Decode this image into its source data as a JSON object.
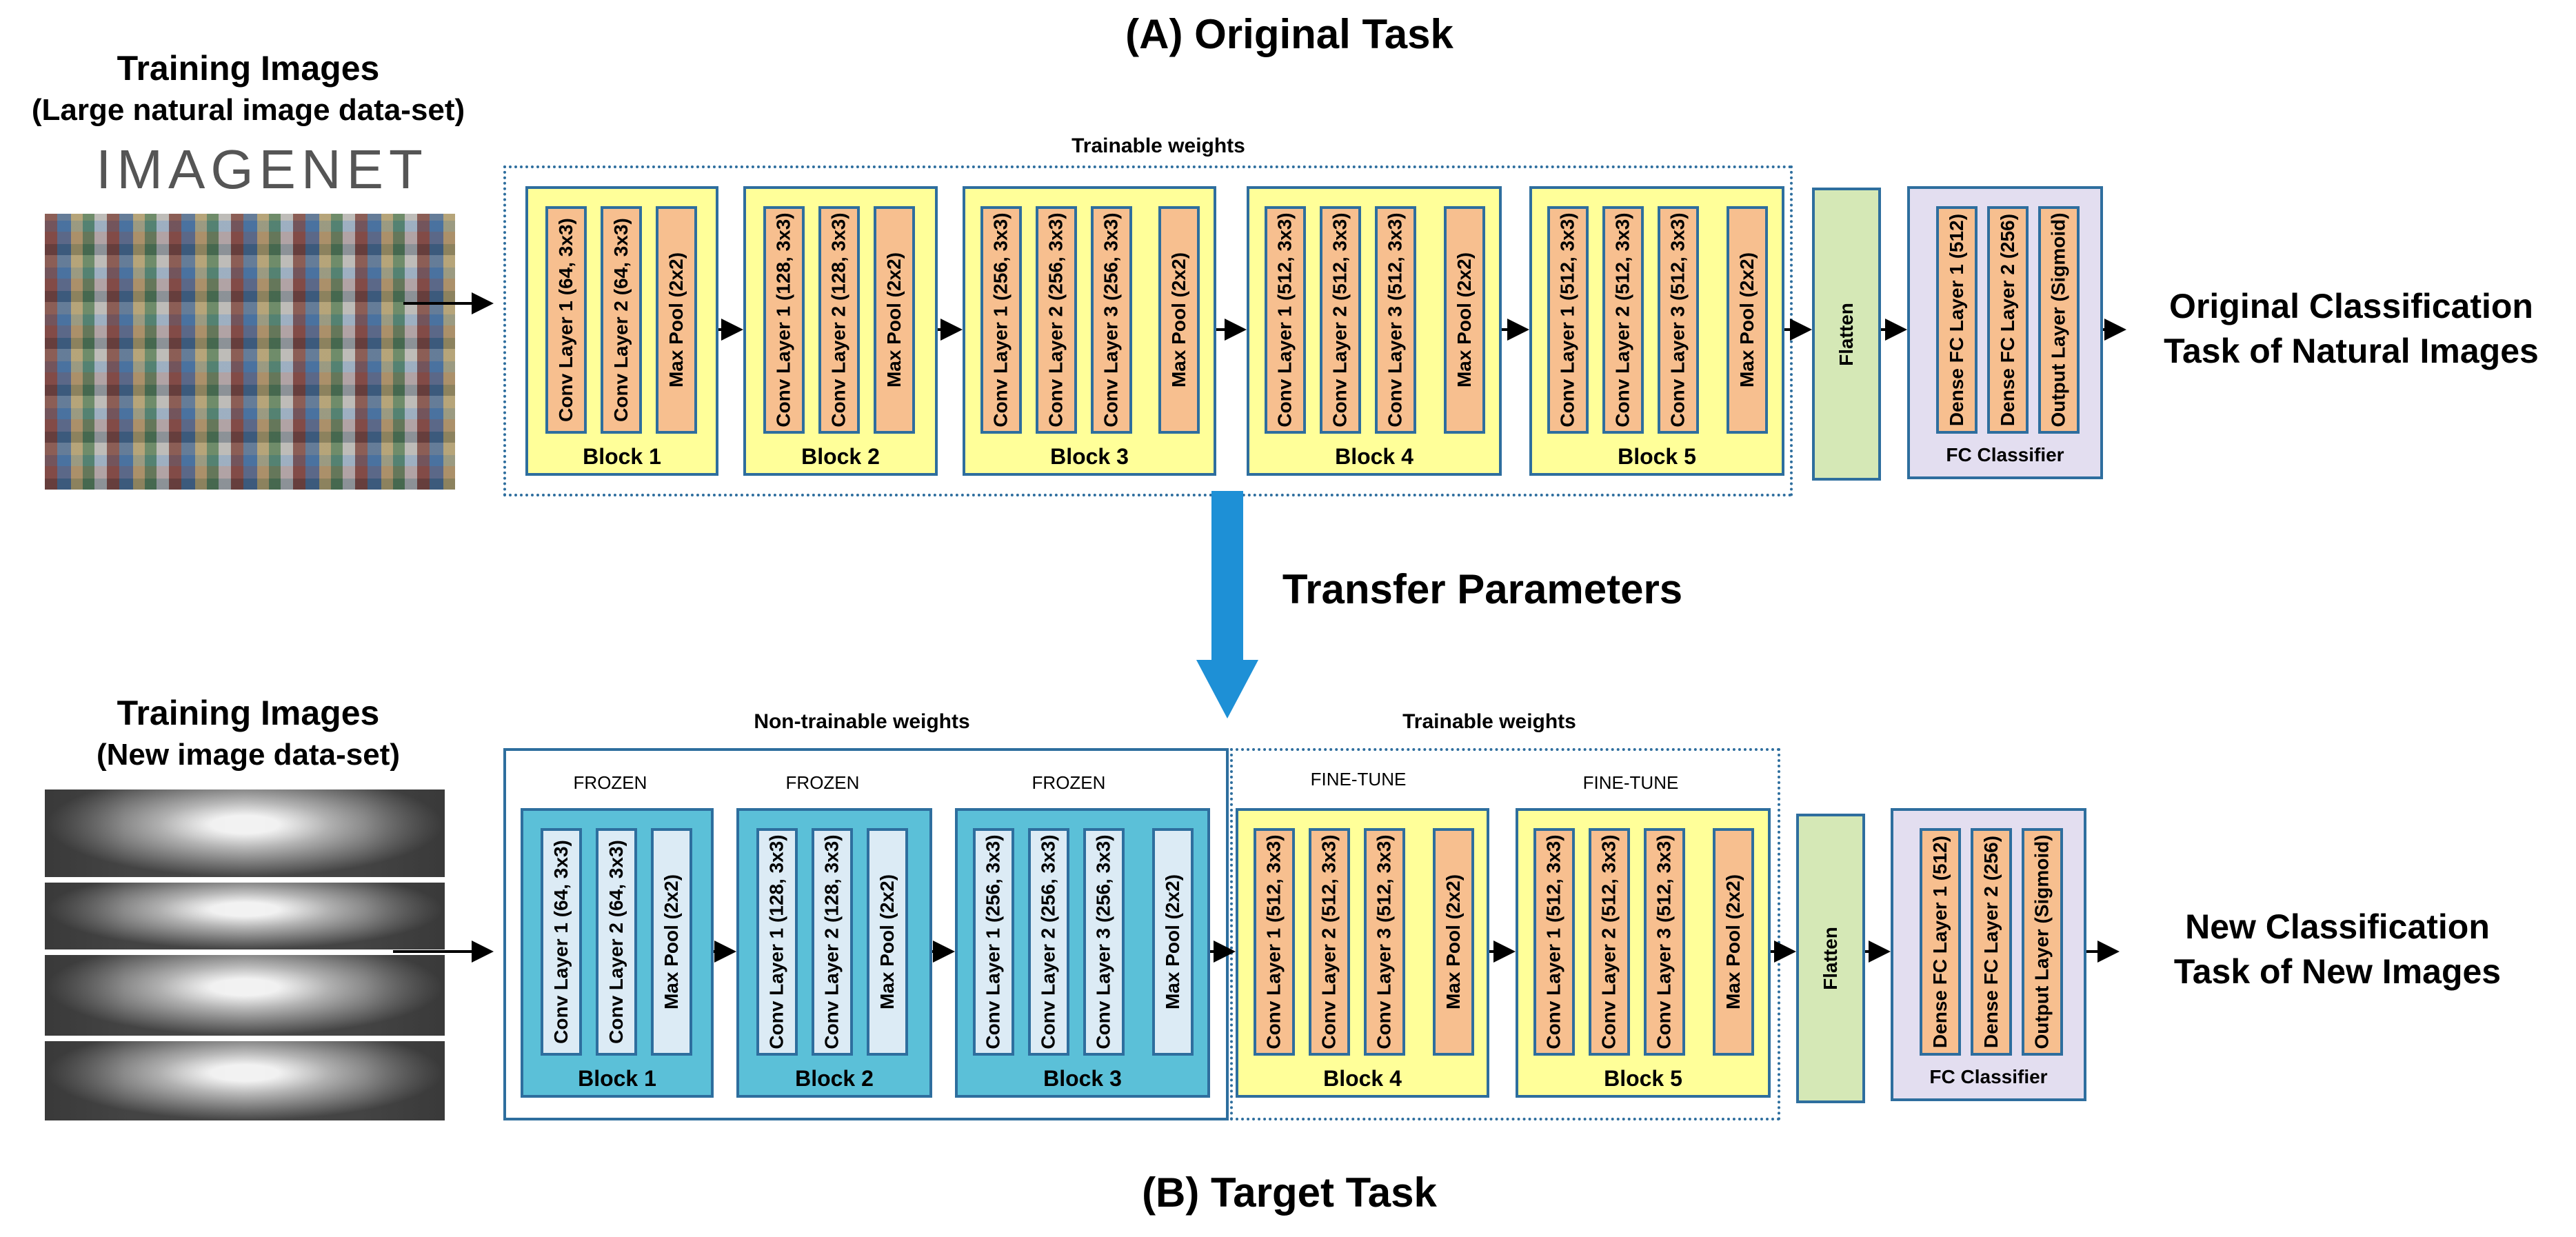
{
  "top": {
    "title": "(A) Original Task",
    "input_title": "Training Images",
    "input_subtitle": "(Large natural image data-set)",
    "logo_text": "IMAGENET",
    "frame_label": "Trainable weights",
    "blocks": [
      {
        "label": "Block 1",
        "layers": [
          "Conv Layer 1 (64, 3x3)",
          "Conv Layer 2 (64, 3x3)",
          "Max Pool (2x2)"
        ]
      },
      {
        "label": "Block 2",
        "layers": [
          "Conv Layer 1 (128, 3x3)",
          "Conv Layer 2 (128, 3x3)",
          "Max Pool (2x2)"
        ]
      },
      {
        "label": "Block 3",
        "layers": [
          "Conv Layer 1 (256, 3x3)",
          "Conv Layer 2 (256, 3x3)",
          "Conv Layer 3 (256, 3x3)",
          "Max Pool (2x2)"
        ]
      },
      {
        "label": "Block 4",
        "layers": [
          "Conv Layer 1 (512, 3x3)",
          "Conv Layer 2 (512, 3x3)",
          "Conv Layer 3 (512, 3x3)",
          "Max Pool (2x2)"
        ]
      },
      {
        "label": "Block 5",
        "layers": [
          "Conv Layer 1 (512, 3x3)",
          "Conv Layer 2 (512, 3x3)",
          "Conv Layer 3 (512, 3x3)",
          "Max Pool (2x2)"
        ]
      }
    ],
    "flatten": "Flatten",
    "fc": {
      "label": "FC Classifier",
      "layers": [
        "Dense FC Layer 1 (512)",
        "Dense FC Layer 2 (256)",
        "Output Layer (Sigmoid)"
      ]
    },
    "output_line1": "Original Classification",
    "output_line2": "Task of Natural Images"
  },
  "transfer": "Transfer Parameters",
  "bottom": {
    "title": "(B) Target Task",
    "input_title": "Training Images",
    "input_subtitle": "(New image data-set)",
    "frozen_frame_label": "Non-trainable weights",
    "trainable_frame_label": "Trainable weights",
    "blocks": [
      {
        "tag": "FROZEN",
        "label": "Block 1",
        "layers": [
          "Conv Layer 1 (64, 3x3)",
          "Conv Layer 2 (64, 3x3)",
          "Max Pool (2x2)"
        ]
      },
      {
        "tag": "FROZEN",
        "label": "Block 2",
        "layers": [
          "Conv Layer 1 (128, 3x3)",
          "Conv Layer 2 (128, 3x3)",
          "Max Pool (2x2)"
        ]
      },
      {
        "tag": "FROZEN",
        "label": "Block 3",
        "layers": [
          "Conv Layer 1 (256, 3x3)",
          "Conv Layer 2 (256, 3x3)",
          "Conv Layer 3 (256, 3x3)",
          "Max Pool (2x2)"
        ]
      },
      {
        "tag": "FINE-TUNE",
        "label": "Block 4",
        "layers": [
          "Conv Layer 1 (512, 3x3)",
          "Conv Layer 2 (512, 3x3)",
          "Conv Layer 3 (512, 3x3)",
          "Max Pool (2x2)"
        ]
      },
      {
        "tag": "FINE-TUNE",
        "label": "Block 5",
        "layers": [
          "Conv Layer 1 (512, 3x3)",
          "Conv Layer 2 (512, 3x3)",
          "Conv Layer 3 (512, 3x3)",
          "Max Pool (2x2)"
        ]
      }
    ],
    "flatten": "Flatten",
    "fc": {
      "label": "FC Classifier",
      "layers": [
        "Dense FC Layer 1 (512)",
        "Dense FC Layer 2 (256)",
        "Output Layer (Sigmoid)"
      ]
    },
    "output_line1": "New Classification",
    "output_line2": "Task of New Images"
  }
}
